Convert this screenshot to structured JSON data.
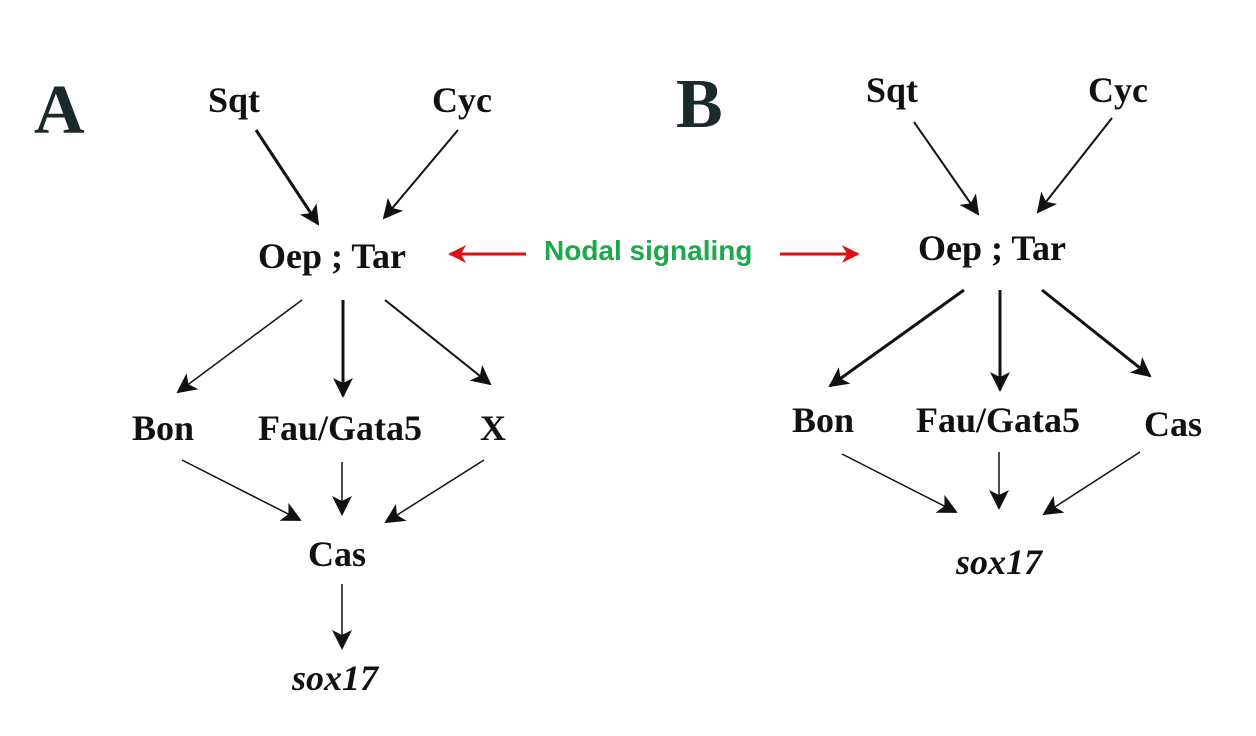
{
  "panel_a": {
    "letter": "A",
    "nodes": {
      "sqt": "Sqt",
      "cyc": "Cyc",
      "oep_tar": "Oep ; Tar",
      "bon": "Bon",
      "fau_gata5": "Fau/Gata5",
      "x": "X",
      "cas": "Cas",
      "sox17": "sox17"
    }
  },
  "panel_b": {
    "letter": "B",
    "nodes": {
      "sqt": "Sqt",
      "cyc": "Cyc",
      "oep_tar": "Oep ; Tar",
      "bon": "Bon",
      "fau_gata5": "Fau/Gata5",
      "cas": "Cas",
      "sox17": "sox17"
    }
  },
  "annotation": {
    "label": "Nodal signaling",
    "label_color": "#1aaa4a",
    "arrow_color": "#e01010"
  },
  "edges": {
    "panel_a": [
      [
        "sqt",
        "oep_tar"
      ],
      [
        "cyc",
        "oep_tar"
      ],
      [
        "oep_tar",
        "bon"
      ],
      [
        "oep_tar",
        "fau_gata5"
      ],
      [
        "oep_tar",
        "x"
      ],
      [
        "bon",
        "cas"
      ],
      [
        "fau_gata5",
        "cas"
      ],
      [
        "x",
        "cas"
      ],
      [
        "cas",
        "sox17"
      ]
    ],
    "panel_b": [
      [
        "sqt",
        "oep_tar"
      ],
      [
        "cyc",
        "oep_tar"
      ],
      [
        "oep_tar",
        "bon"
      ],
      [
        "oep_tar",
        "fau_gata5"
      ],
      [
        "oep_tar",
        "cas"
      ],
      [
        "bon",
        "sox17"
      ],
      [
        "fau_gata5",
        "sox17"
      ],
      [
        "cas",
        "sox17"
      ]
    ]
  }
}
